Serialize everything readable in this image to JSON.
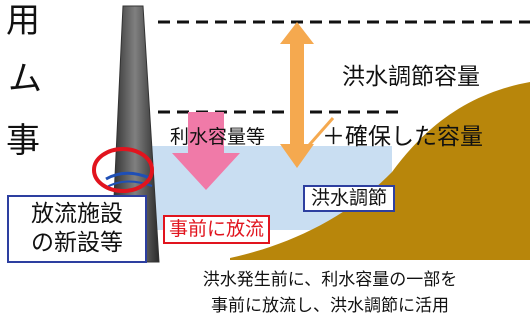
{
  "side_text": [
    "用",
    "ム",
    "事"
  ],
  "labels": {
    "flood_capacity": "洪水調節容量",
    "water_use_capacity": "利水容量等",
    "secured_capacity": "＋確保した容量",
    "flood_control": "洪水調節",
    "prior_release": "事前に放流"
  },
  "facility_box": [
    "放流施設",
    "の新設等"
  ],
  "caption": [
    "洪水発生前に、利水容量の一部を",
    "事前に放流し、洪水調節に活用"
  ],
  "colors": {
    "terrain": "#b8860b",
    "water": "#c9def2",
    "dam": "#5c5c5c",
    "capacity_arrow": "#f5a94f",
    "release_arrow": "#f07aa8",
    "highlight_circle": "#e1141e",
    "box_border": "#2d3fa0"
  }
}
